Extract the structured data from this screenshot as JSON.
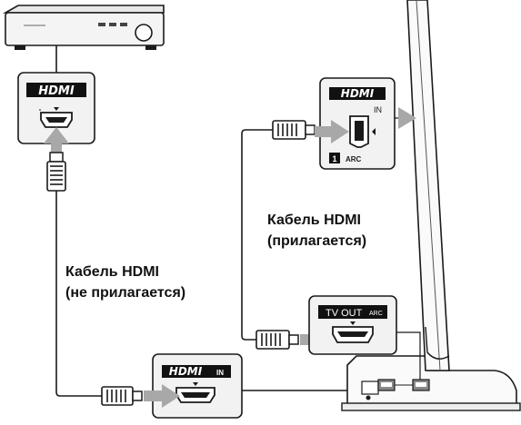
{
  "labels": {
    "hdmi": "HDMI",
    "in": "IN",
    "arc": "ARC",
    "port_number": "1",
    "tv_out": "TV OUT",
    "tv_out_arc": "ARC"
  },
  "cables": {
    "tv_cable": {
      "line1": "Кабель HDMI",
      "line2": "(прилагается)"
    },
    "player_cable": {
      "line1": "Кабель HDMI",
      "line2": "(не прилагается)"
    }
  },
  "colors": {
    "outline": "#1a1a1a",
    "panel_fill": "#f2f2f2",
    "logo_fill": "#111111",
    "arrow_gray": "#a8a8a8",
    "connector_gray": "#777777"
  },
  "icons": [
    "hdmi-logo",
    "hdmi-port-icon",
    "arrow-icon",
    "hdmi-plug-icon",
    "knob-icon"
  ]
}
